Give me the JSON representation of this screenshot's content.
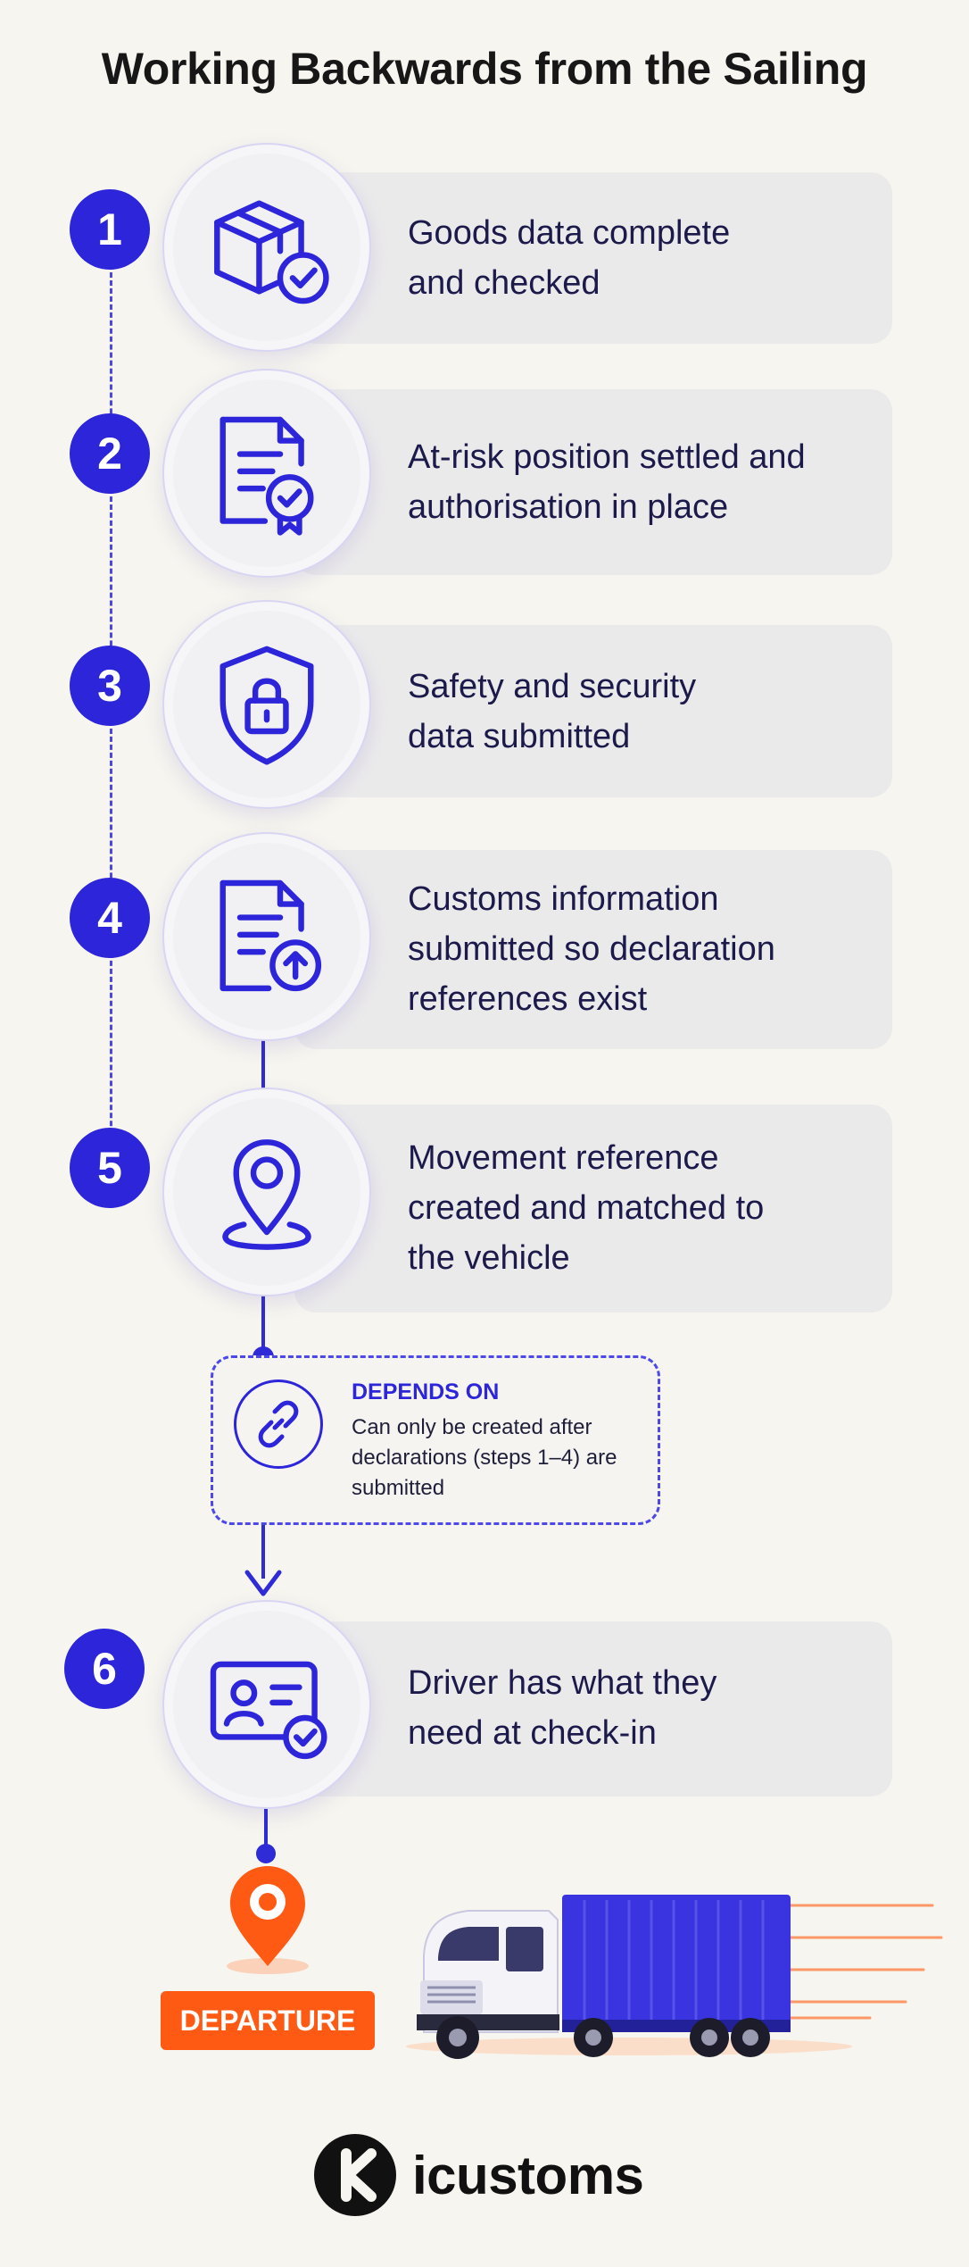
{
  "title": "Working Backwards from the Sailing",
  "steps": [
    {
      "number": "1",
      "text": "Goods data complete and checked",
      "icon": "package-check-icon"
    },
    {
      "number": "2",
      "text": "At-risk position settled and authorisation in place",
      "icon": "certificate-document-icon"
    },
    {
      "number": "3",
      "text": "Safety and security data submitted",
      "icon": "shield-lock-icon"
    },
    {
      "number": "4",
      "text": "Customs information submitted so declaration references exist",
      "icon": "document-upload-icon"
    },
    {
      "number": "5",
      "text": "Movement reference created and matched to the vehicle",
      "icon": "location-pin-icon"
    },
    {
      "number": "6",
      "text": "Driver has what they need at check-in",
      "icon": "id-card-check-icon"
    }
  ],
  "dependency": {
    "heading": "DEPENDS ON",
    "body": "Can only be created after declarations (steps 1–4) are submitted",
    "icon": "link-icon"
  },
  "departure_label": "DEPARTURE",
  "brand": {
    "name": "icustoms",
    "icon": "icustoms-logo-icon"
  },
  "colors": {
    "accent": "#2d25d9",
    "departure": "#ff5a14",
    "background": "#f6f5ef",
    "card": "#ebeaeb"
  }
}
